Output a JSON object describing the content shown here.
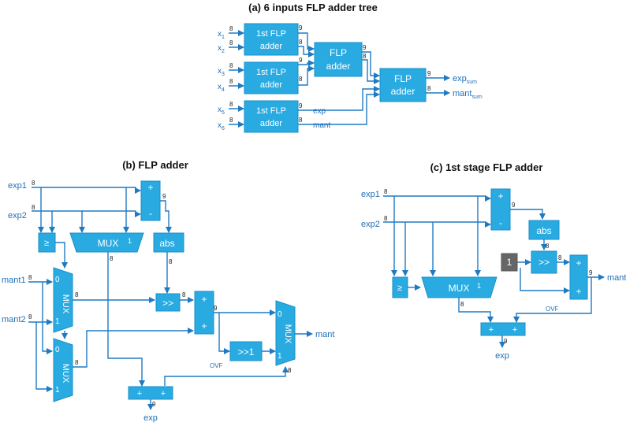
{
  "titles": {
    "a": "(a) 6 inputs FLP adder tree",
    "b": "(b) FLP adder",
    "c": "(c) 1st stage FLP adder"
  },
  "tree": {
    "x_base": "x",
    "x_subs": [
      "1",
      "2",
      "3",
      "4",
      "5",
      "6"
    ],
    "first_adder": [
      "1st FLP",
      "adder"
    ],
    "flp_adder": [
      "FLP",
      "adder"
    ],
    "exp_label": "exp",
    "mant_label": "mant",
    "out_exp_base": "exp",
    "out_exp_sub": "sum",
    "out_mant_base": "mant",
    "out_mant_sub": "sum"
  },
  "adder_b": {
    "exp1": "exp1",
    "exp2": "exp2",
    "mant1": "mant1",
    "mant2": "mant2",
    "plus": "+",
    "minus": "-",
    "ge": "≥",
    "mux": "MUX",
    "one": "1",
    "zero": "0",
    "abs": "abs",
    "shift": ">>",
    "shift1": ">>1",
    "ovf": "OVF",
    "mant_out": "mant",
    "exp_out": "exp"
  },
  "adder_c": {
    "exp1": "exp1",
    "exp2": "exp2",
    "plus": "+",
    "minus": "-",
    "ge": "≥",
    "mux": "MUX",
    "one": "1",
    "abs": "abs",
    "shift": ">>",
    "const": "1",
    "ovf": "OVF",
    "mant_out": "mant",
    "exp_out": "exp"
  },
  "bitwidths": [
    "8",
    "9"
  ],
  "colors": {
    "block": "#29abe2",
    "wire": "#1f7ac4",
    "label": "#1f6fb8",
    "const": "#666666"
  }
}
